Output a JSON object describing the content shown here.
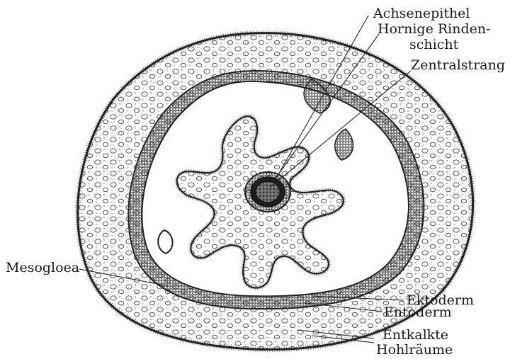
{
  "labels": {
    "achsenepithel": "Achsenepithel",
    "hornige_rinden": "Hornige Rinden-",
    "schicht": "schicht",
    "zentralstrang": "Zentralstrang",
    "mesogloea": "Mesogloea",
    "ektoderm": "Ektoderm",
    "entoderm": "Entoderm",
    "entkalkte": "Entkalkte",
    "hohlraeume": "Hohlräume"
  }
}
